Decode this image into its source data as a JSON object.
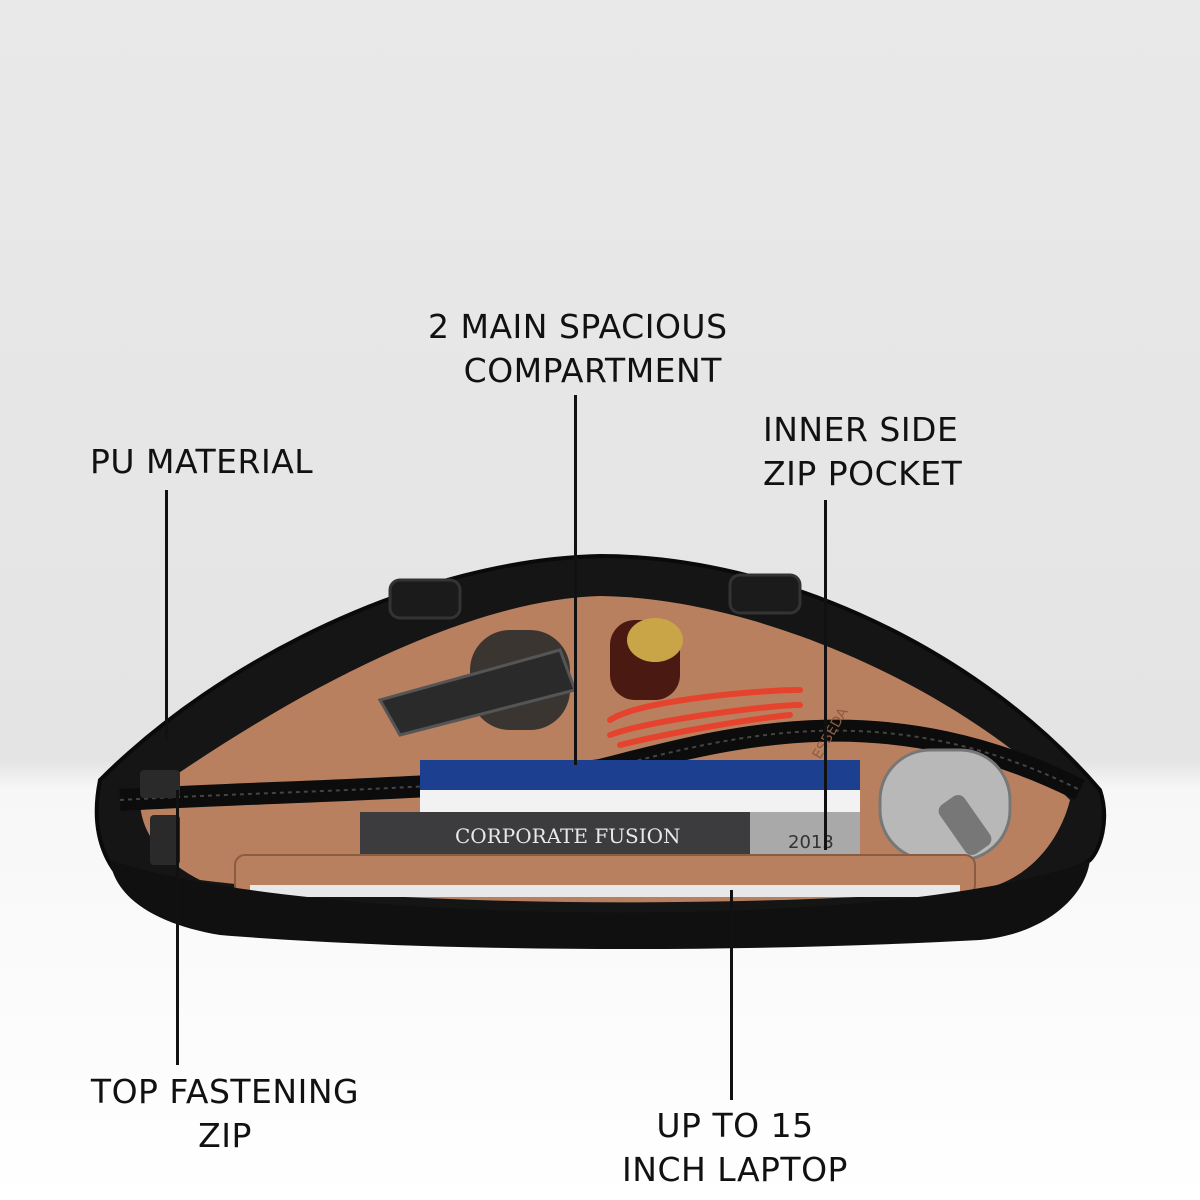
{
  "labels": {
    "compartment": [
      "2 MAIN SPACIOUS",
      "COMPARTMENT"
    ],
    "material": "PU MATERIAL",
    "zip_pocket": [
      "INNER SIDE",
      "ZIP POCKET"
    ],
    "fastening_zip": [
      "TOP FASTENING",
      "ZIP"
    ],
    "laptop": [
      "UP TO 15",
      "INCH LAPTOP"
    ]
  },
  "book": {
    "title": "CORPORATE FUSION",
    "year": "2013"
  },
  "lining_brand": "ESBEDA",
  "colors": {
    "bag_leather": "#111111",
    "lining": "#b98060",
    "cable": "#e6432e",
    "bottle": "#b8b8b8"
  }
}
